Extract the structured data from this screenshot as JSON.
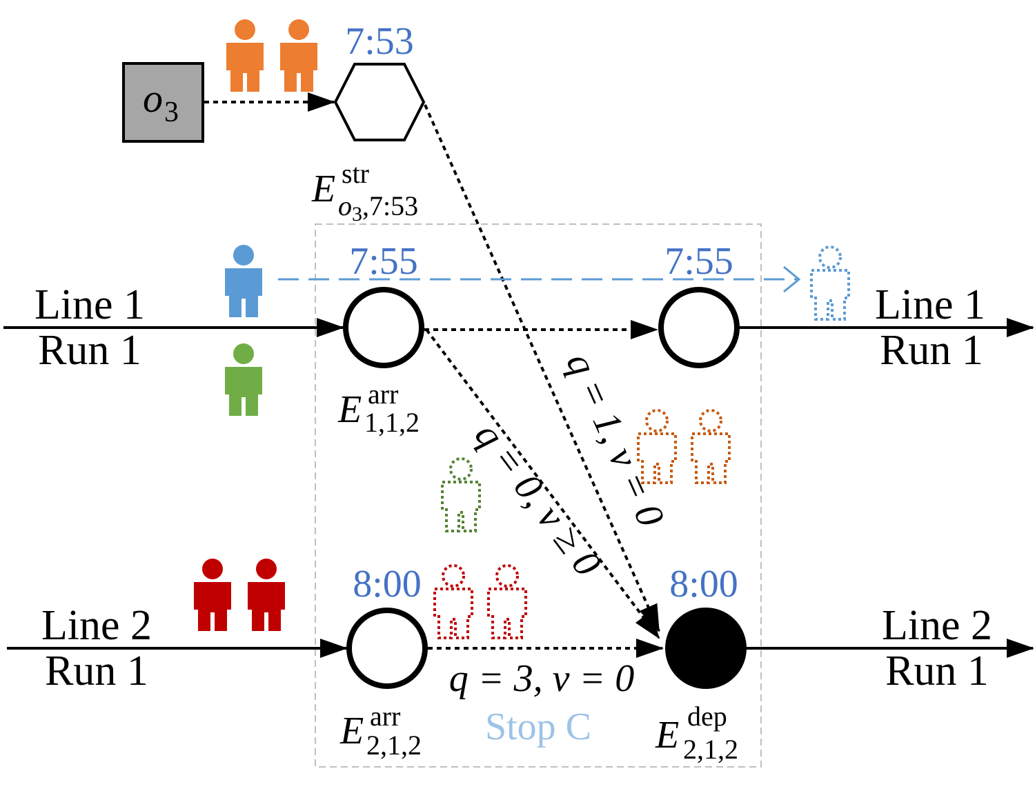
{
  "colors": {
    "time": "#4472c4",
    "stop": "#9dc3e6",
    "orange": "#ed7d31",
    "orange_dotted": "#c55a11",
    "blue": "#5b9bd5",
    "green": "#70ad47",
    "green_dotted": "#548235",
    "red": "#c00000"
  },
  "origin": {
    "label": "o",
    "sub": "3"
  },
  "times": {
    "start": "7:53",
    "arr_line1": "7:55",
    "dep_line1": "7:55",
    "arr_line2": "8:00",
    "dep_line2": "8:00"
  },
  "lines": {
    "line1_left": {
      "line": "Line 1",
      "run": "Run 1"
    },
    "line1_right": {
      "line": "Line 1",
      "run": "Run 1"
    },
    "line2_left": {
      "line": "Line 2",
      "run": "Run 1"
    },
    "line2_right": {
      "line": "Line 2",
      "run": "Run 1"
    }
  },
  "events": {
    "start": {
      "base": "E",
      "sup": "str",
      "sub_var": "o",
      "sub_var_sub": "3",
      "sub_rest": ",7:53"
    },
    "arr_1": {
      "base": "E",
      "sup": "arr",
      "sub": "1,1,2"
    },
    "arr_2": {
      "base": "E",
      "sup": "arr",
      "sub": "2,1,2"
    },
    "dep_2": {
      "base": "E",
      "sup": "dep",
      "sub": "2,1,2"
    }
  },
  "edges": {
    "transfer_from_line1": "q = 0, v ≥ 0",
    "transfer_from_start": "q = 1, v = 0",
    "dwell_line2": "q = 3, v = 0"
  },
  "stop_label": "Stop C"
}
